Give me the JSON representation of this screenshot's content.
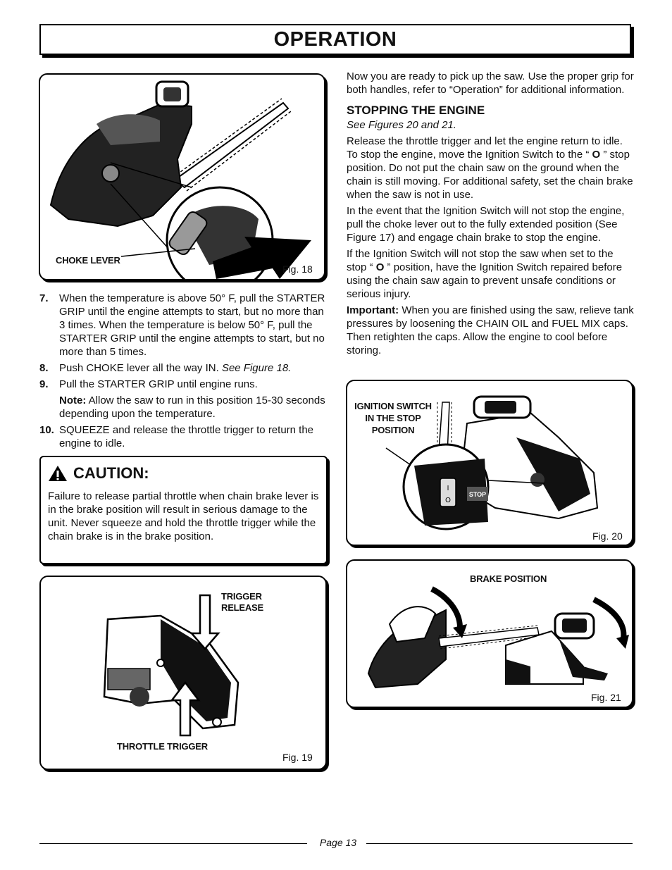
{
  "header": {
    "title": "OPERATION"
  },
  "fig18": {
    "callout": "CHOKE LEVER",
    "caption": "Fig. 18"
  },
  "fig19": {
    "callout_top_1": "TRIGGER",
    "callout_top_2": "RELEASE",
    "callout_bottom": "THROTTLE TRIGGER",
    "caption": "Fig. 19"
  },
  "fig20": {
    "callout_1": "IGNITION SWITCH",
    "callout_2": "IN THE STOP",
    "callout_3": "POSITION",
    "switch_label": "STOP",
    "caption": "Fig. 20"
  },
  "fig21": {
    "callout": "BRAKE POSITION",
    "caption": "Fig. 21"
  },
  "steps": [
    {
      "num": "7.",
      "text": "When the temperature is above 50° F, pull the STARTER GRIP until the engine attempts to start, but no more than 3 times. When the temperature is below 50° F, pull the STARTER GRIP until the engine attempts to start, but no more than 5 times."
    },
    {
      "num": "8.",
      "text": "Push CHOKE lever all the way IN.",
      "ref": "See Figure 18."
    },
    {
      "num": "9.",
      "text": "Pull the STARTER GRIP until engine runs."
    },
    {
      "num": "10.",
      "text": "SQUEEZE and release the throttle trigger to return the engine to idle."
    }
  ],
  "note": {
    "label": "Note:",
    "text": "Allow the saw to run in this position 15-30 seconds depending upon the temperature."
  },
  "caution": {
    "title": "CAUTION:",
    "text": "Failure to release partial throttle when chain brake lever is in the brake position will result in serious damage to the unit. Never squeeze and hold the throttle trigger while the chain brake is in the brake position."
  },
  "right": {
    "intro": "Now you are ready to pick up the saw. Use the proper grip for both handles, refer to “Operation” for  additional information.",
    "heading": "STOPPING THE ENGINE",
    "see": "See Figures 20 and 21.",
    "p1_a": "Release the throttle trigger and let the engine return to idle. To stop the engine, move the Ignition Switch to the “",
    "p1_b": "O",
    "p1_c": "” stop position. Do not put the chain saw on the ground when the chain is still moving. For additional safety, set the chain brake when the saw is not in use.",
    "p2": "In the event that the Ignition Switch will not stop the engine, pull the choke lever out to the fully extended position (See Figure 17) and engage chain brake to stop the engine.",
    "p3_a": "If the Ignition Switch will not stop the saw when set to the stop “",
    "p3_b": "O",
    "p3_c": "” position, have the Ignition Switch repaired before using the chain saw again to prevent unsafe conditions or serious injury.",
    "p4_label": "Important:",
    "p4_text": "When you are finished using the saw, relieve tank pressures by loosening the CHAIN OIL and FUEL MIX caps. Then retighten the caps. Allow the engine to cool before storing."
  },
  "footer": {
    "page": "Page 13"
  }
}
